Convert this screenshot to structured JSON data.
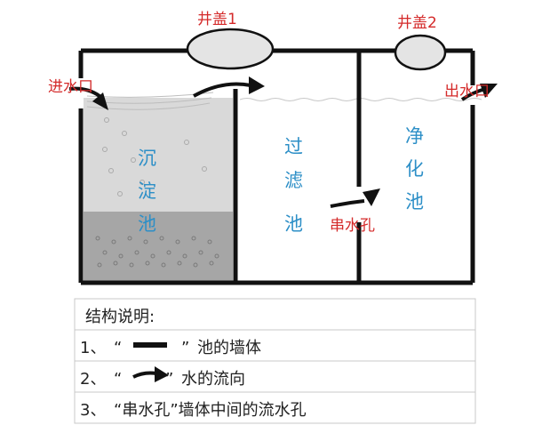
{
  "labels": {
    "cover1": "井盖1",
    "cover2": "井盖2",
    "inlet": "进水口",
    "outlet": "出水口",
    "hole": "串水孔",
    "tank1": [
      "沉",
      "淀",
      "池"
    ],
    "tank2": [
      "过",
      "滤",
      "池"
    ],
    "tank3": [
      "净",
      "化",
      "池"
    ]
  },
  "legend": {
    "title": "结构说明:",
    "items": [
      {
        "num": "1、",
        "open": "“",
        "close": "”",
        "text": "池的墙体"
      },
      {
        "num": "2、",
        "open": "“",
        "close": "”",
        "text": "水的流向"
      },
      {
        "num": "3、",
        "open": "“",
        "close": "”",
        "text": "“串水孔”墙体中间的流水孔"
      }
    ]
  },
  "colors": {
    "wall": "#111111",
    "label_red": "#d42a2a",
    "label_blue": "#2d8fc7",
    "tank_light": "#d9d9d9",
    "tank_dark": "#a6a6a6",
    "cover_fill": "#e4e4e4"
  }
}
